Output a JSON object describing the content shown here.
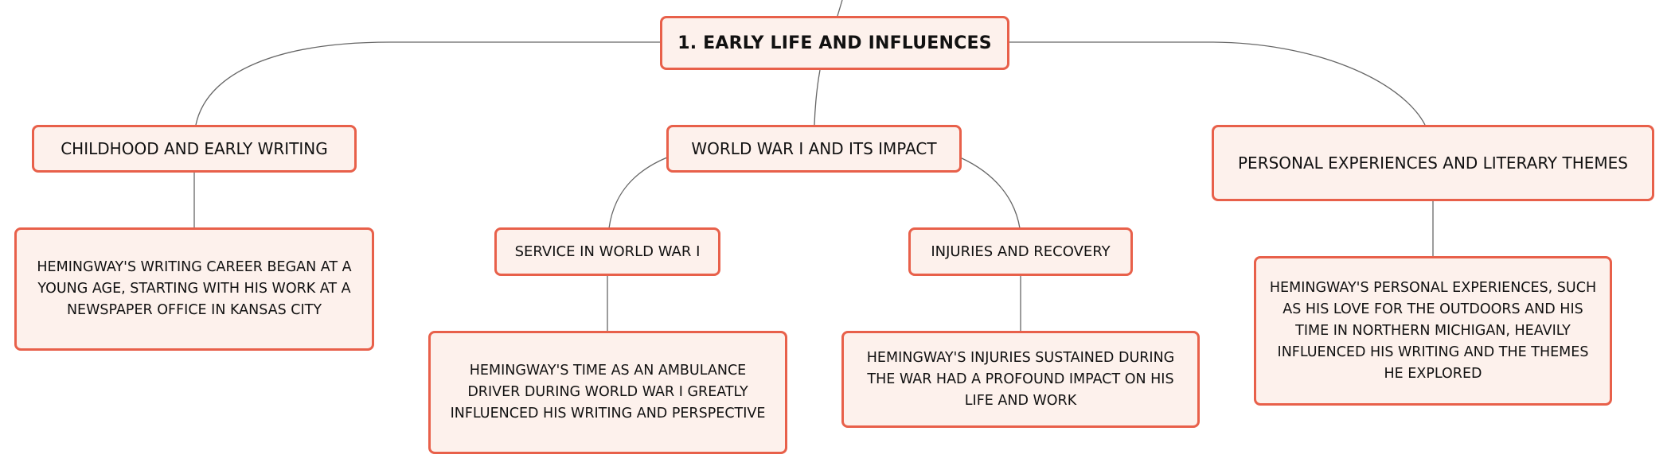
{
  "colors": {
    "node_border": "#e8604a",
    "node_fill": "#fdf1ec",
    "connector": "#666666",
    "text": "#111111"
  },
  "mindmap": {
    "root": "1. EARLY LIFE AND INFLUENCES",
    "branches": {
      "childhood": {
        "title": "CHILDHOOD AND EARLY WRITING",
        "detail": "HEMINGWAY'S WRITING CAREER BEGAN AT A YOUNG AGE, STARTING WITH HIS WORK AT A NEWSPAPER OFFICE IN KANSAS CITY"
      },
      "ww1": {
        "title": "WORLD WAR I AND ITS IMPACT",
        "service": {
          "title": "SERVICE IN WORLD WAR I",
          "detail": "HEMINGWAY'S TIME AS AN AMBULANCE DRIVER DURING WORLD WAR I GREATLY INFLUENCED HIS WRITING AND PERSPECTIVE"
        },
        "injuries": {
          "title": "INJURIES AND RECOVERY",
          "detail": "HEMINGWAY'S INJURIES SUSTAINED DURING THE WAR HAD A PROFOUND IMPACT ON HIS LIFE AND WORK"
        }
      },
      "personal": {
        "title": "PERSONAL EXPERIENCES AND LITERARY THEMES",
        "detail": "HEMINGWAY'S PERSONAL EXPERIENCES, SUCH AS HIS LOVE FOR THE OUTDOORS AND HIS TIME IN NORTHERN MICHIGAN, HEAVILY INFLUENCED HIS WRITING AND THE THEMES HE EXPLORED"
      }
    }
  }
}
